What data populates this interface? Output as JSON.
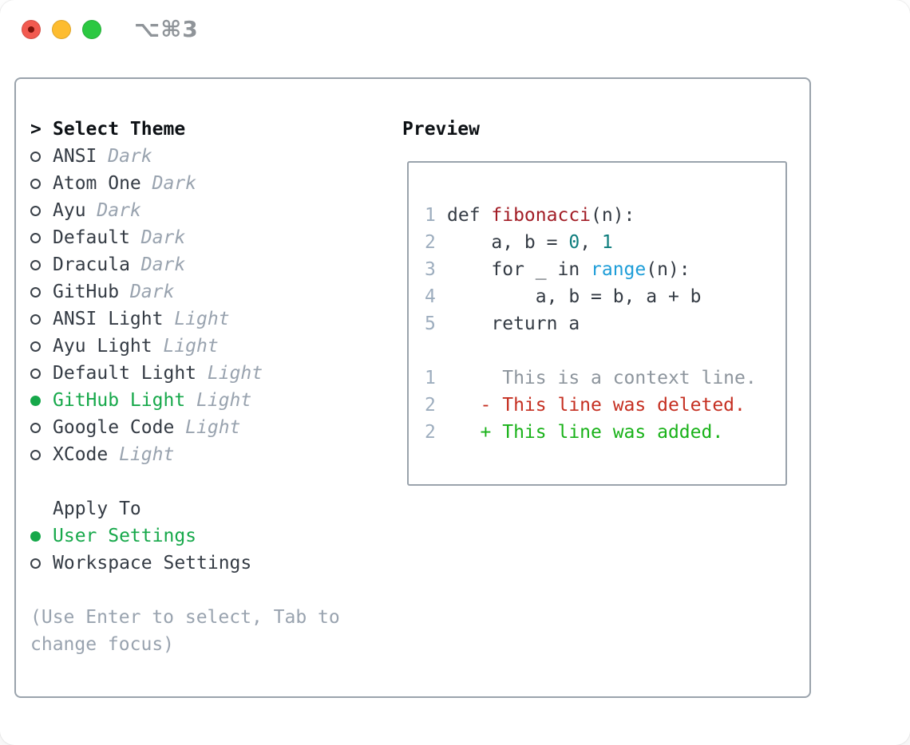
{
  "window": {
    "title": "⌥⌘3"
  },
  "titlebar": {
    "buttons": [
      {
        "name": "close-button"
      },
      {
        "name": "minimize-button"
      },
      {
        "name": "zoom-button"
      }
    ]
  },
  "theme_panel": {
    "title_prefix": ">",
    "title": "Select Theme",
    "themes": [
      {
        "name": "ANSI",
        "variant": "Dark",
        "selected": false
      },
      {
        "name": "Atom One",
        "variant": "Dark",
        "selected": false
      },
      {
        "name": "Ayu",
        "variant": "Dark",
        "selected": false
      },
      {
        "name": "Default",
        "variant": "Dark",
        "selected": false
      },
      {
        "name": "Dracula",
        "variant": "Dark",
        "selected": false
      },
      {
        "name": "GitHub",
        "variant": "Dark",
        "selected": false
      },
      {
        "name": "ANSI Light",
        "variant": "Light",
        "selected": false
      },
      {
        "name": "Ayu Light",
        "variant": "Light",
        "selected": false
      },
      {
        "name": "Default Light",
        "variant": "Light",
        "selected": false
      },
      {
        "name": "GitHub Light",
        "variant": "Light",
        "selected": true
      },
      {
        "name": "Google Code",
        "variant": "Light",
        "selected": false
      },
      {
        "name": "XCode",
        "variant": "Light",
        "selected": false
      }
    ],
    "apply_to": {
      "title": "Apply To",
      "options": [
        {
          "label": "User Settings",
          "selected": true
        },
        {
          "label": "Workspace Settings",
          "selected": false
        }
      ]
    },
    "help_lines": [
      "(Use Enter to select, Tab to",
      "change focus)"
    ]
  },
  "preview": {
    "title": "Preview",
    "code_lines": [
      {
        "num": "1",
        "segments": [
          {
            "t": "def ",
            "c": "code"
          },
          {
            "t": "fibonacci",
            "c": "function"
          },
          {
            "t": "(n):",
            "c": "code"
          }
        ]
      },
      {
        "num": "2",
        "segments": [
          {
            "t": "    a, b = ",
            "c": "code"
          },
          {
            "t": "0",
            "c": "number"
          },
          {
            "t": ", ",
            "c": "code"
          },
          {
            "t": "1",
            "c": "number"
          }
        ]
      },
      {
        "num": "3",
        "segments": [
          {
            "t": "    for _ in ",
            "c": "code"
          },
          {
            "t": "range",
            "c": "builtin"
          },
          {
            "t": "(n):",
            "c": "code"
          }
        ]
      },
      {
        "num": "4",
        "segments": [
          {
            "t": "        a, b = b, a + b",
            "c": "code"
          }
        ]
      },
      {
        "num": "5",
        "segments": [
          {
            "t": "    return a",
            "c": "code"
          }
        ]
      }
    ],
    "diff_lines": [
      {
        "num": "1",
        "segments": [
          {
            "t": "     This is a context line.",
            "c": "context"
          }
        ]
      },
      {
        "num": "2",
        "segments": [
          {
            "t": "   - This line was deleted.",
            "c": "deleted"
          }
        ]
      },
      {
        "num": "2",
        "segments": [
          {
            "t": "   + This line was added.",
            "c": "added"
          }
        ]
      }
    ]
  },
  "colors": {
    "text": "#343b44",
    "heading": "#0d1115",
    "muted": "#99a3af",
    "lineno": "#9dadbe",
    "context": "#8d959d",
    "green": "#16a84a",
    "added": "#19b219",
    "deleted": "#c52f21",
    "function": "#a21d26",
    "builtin": "#1d9dd8",
    "number": "#0e7d7d",
    "border": "#9aa3ac",
    "title": "#8f9499",
    "tl-red": "#f25a50",
    "tl-red-dot": "#7e130b",
    "tl-yellow": "#fdbc2f",
    "tl-green": "#2bc841"
  }
}
